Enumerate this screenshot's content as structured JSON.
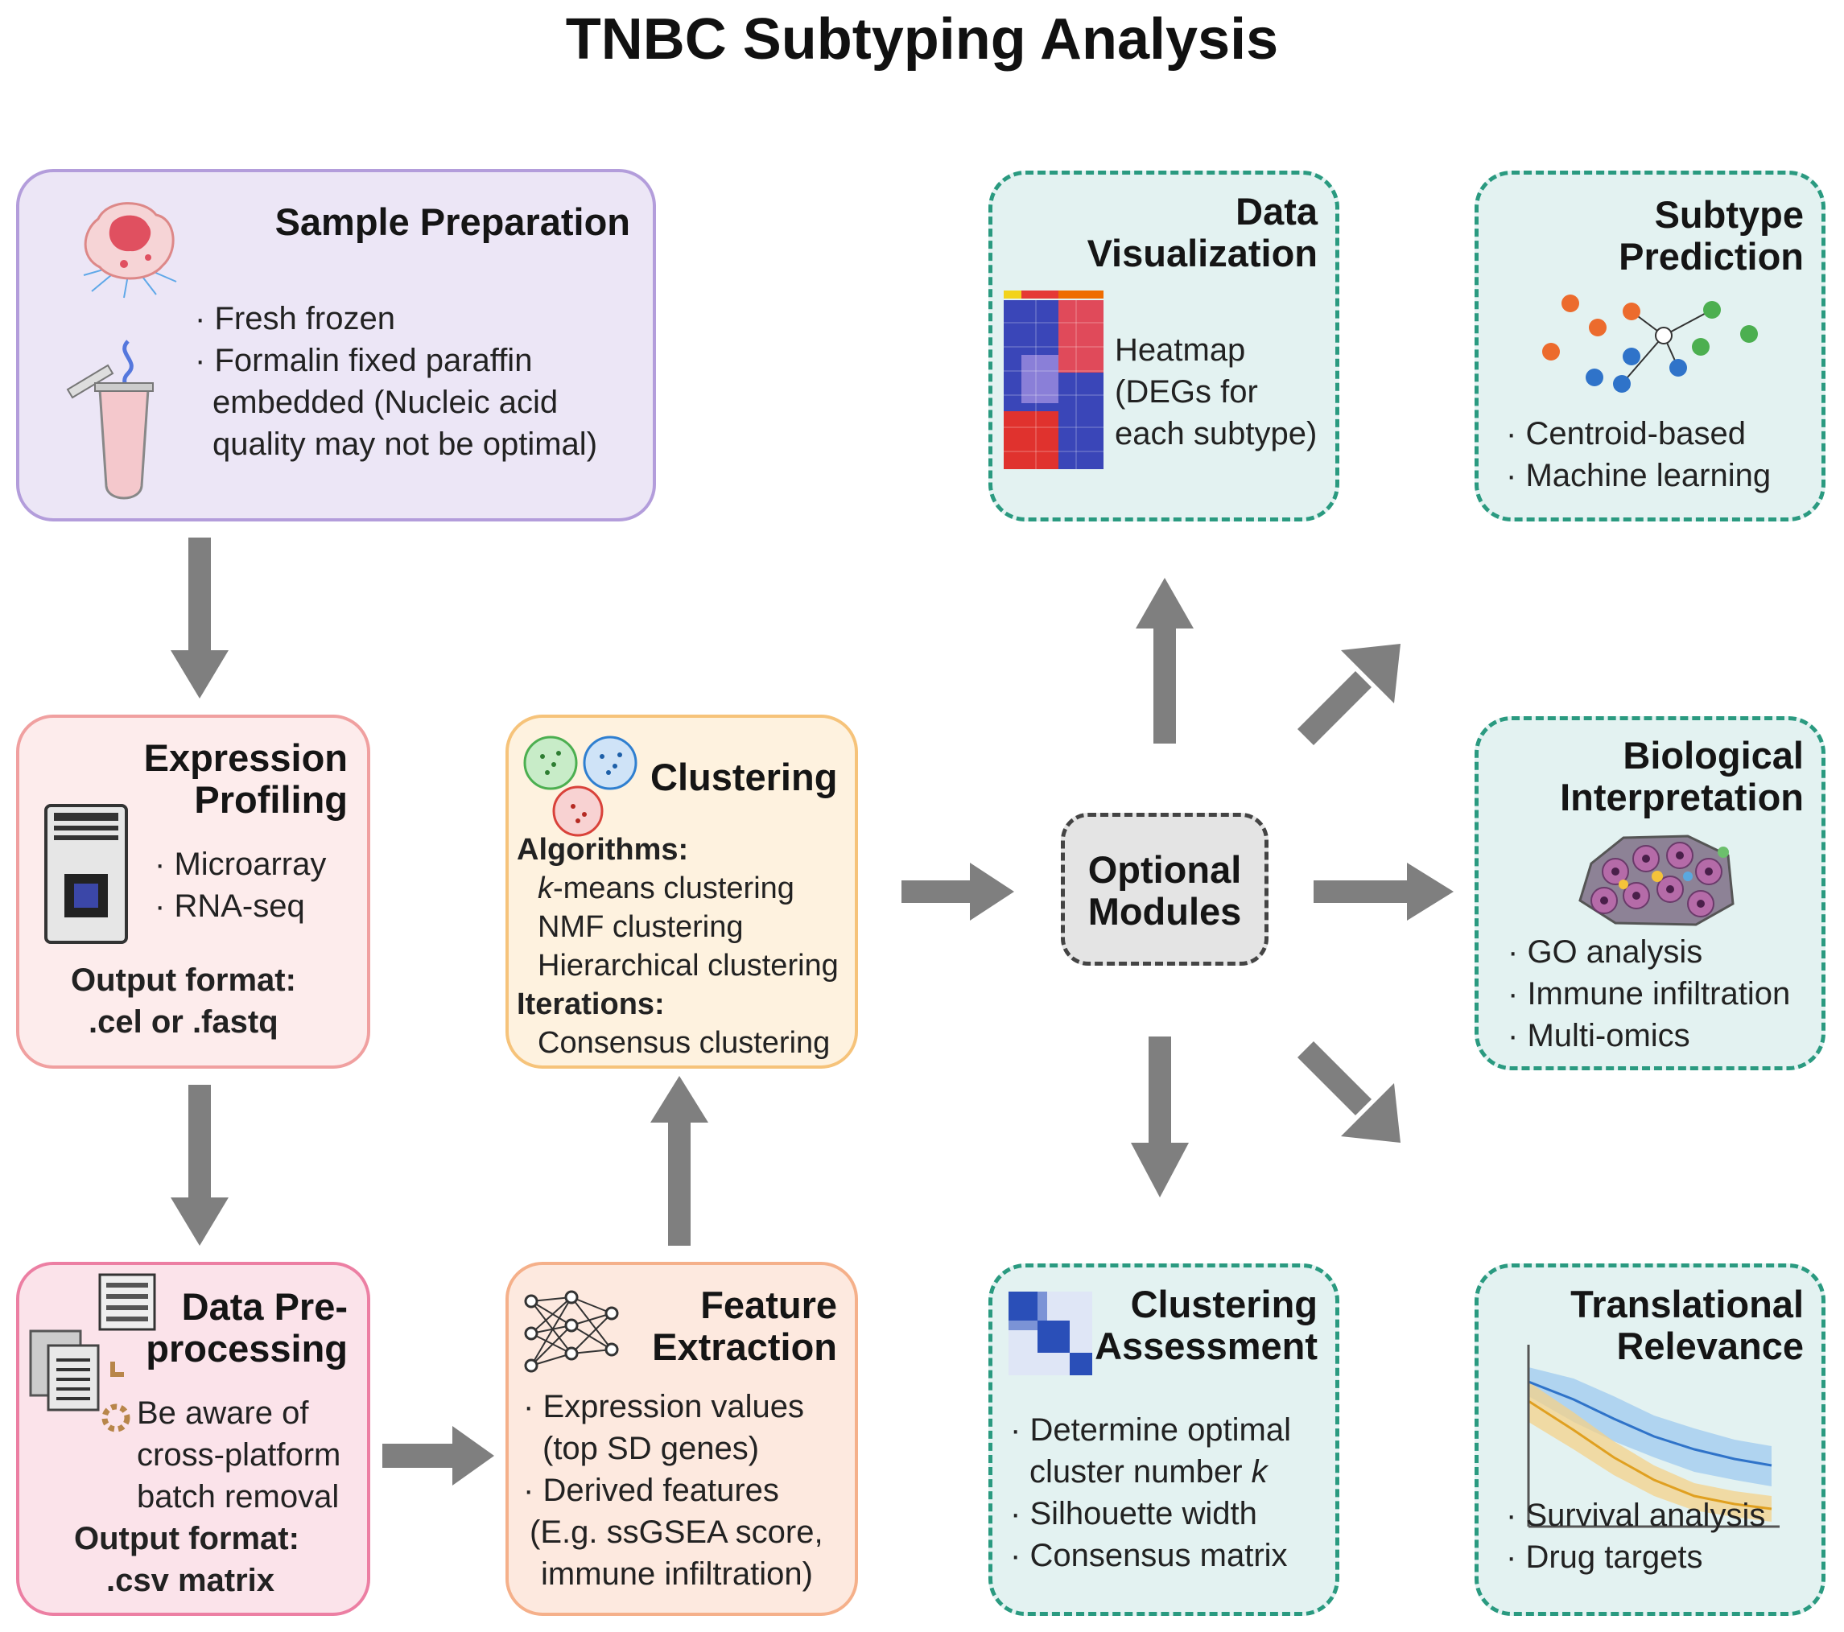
{
  "title": "TNBC Subtyping Analysis",
  "sample_prep": {
    "title": "Sample Preparation",
    "items": [
      "Fresh frozen",
      "Formalin fixed paraffin",
      "embedded (Nucleic acid",
      "quality may not be optimal)"
    ]
  },
  "expression": {
    "title_l1": "Expression",
    "title_l2": "Profiling",
    "items": [
      "Microarray",
      "RNA-seq"
    ],
    "output_label": "Output format:",
    "output_value": ".cel or .fastq"
  },
  "preprocessing": {
    "title_l1": "Data Pre-",
    "title_l2": "processing",
    "items": [
      "Be aware of",
      "cross-platform",
      "batch removal"
    ],
    "output_label": "Output format:",
    "output_value": ".csv matrix"
  },
  "feature": {
    "title_l1": "Feature",
    "title_l2": "Extraction",
    "items": [
      "Expression values",
      "(top SD genes)",
      "Derived features",
      "(E.g. ssGSEA score,",
      "immune infiltration)"
    ]
  },
  "clustering": {
    "title": "Clustering",
    "algorithms_label": "Algorithms:",
    "kmeans_k": "k",
    "kmeans_rest": "-means clustering",
    "nmf": "NMF clustering",
    "hier": "Hierarchical clustering",
    "iterations_label": "Iterations:",
    "consensus": "Consensus clustering"
  },
  "optional": {
    "l1": "Optional",
    "l2": "Modules"
  },
  "data_vis": {
    "title_l1": "Data",
    "title_l2": "Visualization",
    "items": [
      "Heatmap",
      "(DEGs for",
      "each subtype)"
    ]
  },
  "subtype_pred": {
    "title_l1": "Subtype",
    "title_l2": "Prediction",
    "items": [
      "Centroid-based",
      "Machine learning"
    ]
  },
  "bio_interp": {
    "title_l1": "Biological",
    "title_l2": "Interpretation",
    "items": [
      "GO analysis",
      "Immune infiltration",
      "Multi-omics"
    ]
  },
  "clust_assess": {
    "title_l1": "Clustering",
    "title_l2": "Assessment",
    "items": [
      "Determine optimal",
      "cluster number ",
      "Silhouette width",
      "Consensus matrix"
    ],
    "k": "k"
  },
  "translational": {
    "title_l1": "Translational",
    "title_l2": "Relevance",
    "items": [
      "Survival analysis",
      "Drug targets"
    ]
  },
  "colors": {
    "sample_border": "#b39ddb",
    "sample_fill": "#ece6f6",
    "expr_border": "#f0a0a0",
    "expr_fill": "#fdecec",
    "prep_border": "#ec7fa3",
    "prep_fill": "#fbe3ea",
    "feat_border": "#f5b08a",
    "feat_fill": "#fde9df",
    "clus_border": "#f6c37a",
    "clus_fill": "#fef2df",
    "dashed_border": "#2a9a80",
    "dashed_fill": "#e3f2f1",
    "arrow": "#7f7f7f"
  },
  "icons": [
    "tissue-sample-icon",
    "test-tube-icon",
    "sequencer-machine-icon",
    "data-matrix-icon",
    "documents-icon",
    "gear-icon",
    "neural-network-icon",
    "cluster-circles-icon",
    "heatmap-icon",
    "network-graph-icon",
    "tissue-cells-icon",
    "consensus-matrix-icon",
    "survival-curve-icon"
  ]
}
